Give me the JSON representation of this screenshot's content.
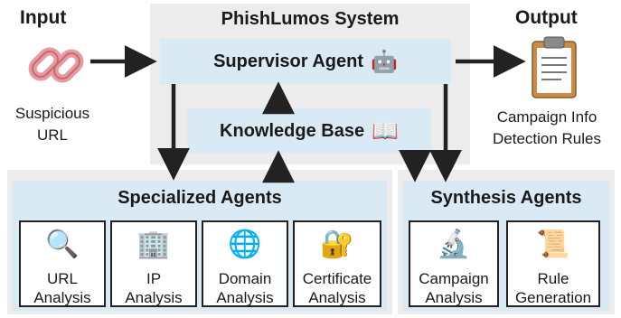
{
  "input": {
    "label": "Input",
    "text": "Suspicious\nURL",
    "icon": "link-icon"
  },
  "output": {
    "label": "Output",
    "text": "Campaign Info\nDetection Rules",
    "icon": "clipboard-icon"
  },
  "system": {
    "title": "PhishLumos System",
    "supervisor": {
      "label": "Supervisor Agent",
      "emoji": "🤖"
    },
    "knowledge": {
      "label": "Knowledge Base",
      "emoji": "📖"
    }
  },
  "specialized": {
    "title": "Specialized Agents",
    "cards": [
      {
        "icon": "🔍",
        "label": "URL\nAnalysis"
      },
      {
        "icon": "🏢",
        "label": "IP\nAnalysis"
      },
      {
        "icon": "🌐",
        "label": "Domain\nAnalysis"
      },
      {
        "icon": "🔐",
        "label": "Certificate\nAnalysis"
      }
    ]
  },
  "synthesis": {
    "title": "Synthesis Agents",
    "cards": [
      {
        "icon": "🔬",
        "label": "Campaign\nAnalysis"
      },
      {
        "icon": "📜",
        "label": "Rule\nGeneration"
      }
    ]
  },
  "colors": {
    "panel": "#ececec",
    "box": "#d9eaf4",
    "arrow": "#222222",
    "link": "#e79a9f"
  }
}
